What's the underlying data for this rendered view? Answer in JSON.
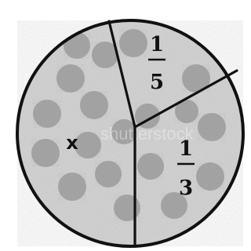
{
  "colors": {
    "outline": "#111111",
    "base": "#d6d6d6",
    "topping": "#a9a9a9",
    "background": "#ffffff"
  },
  "labels": {
    "unknown_slice": "x",
    "fraction_a": {
      "numerator": "1",
      "denominator": "5"
    },
    "fraction_b": {
      "numerator": "1",
      "denominator": "3"
    }
  },
  "watermark": "shutterstock"
}
